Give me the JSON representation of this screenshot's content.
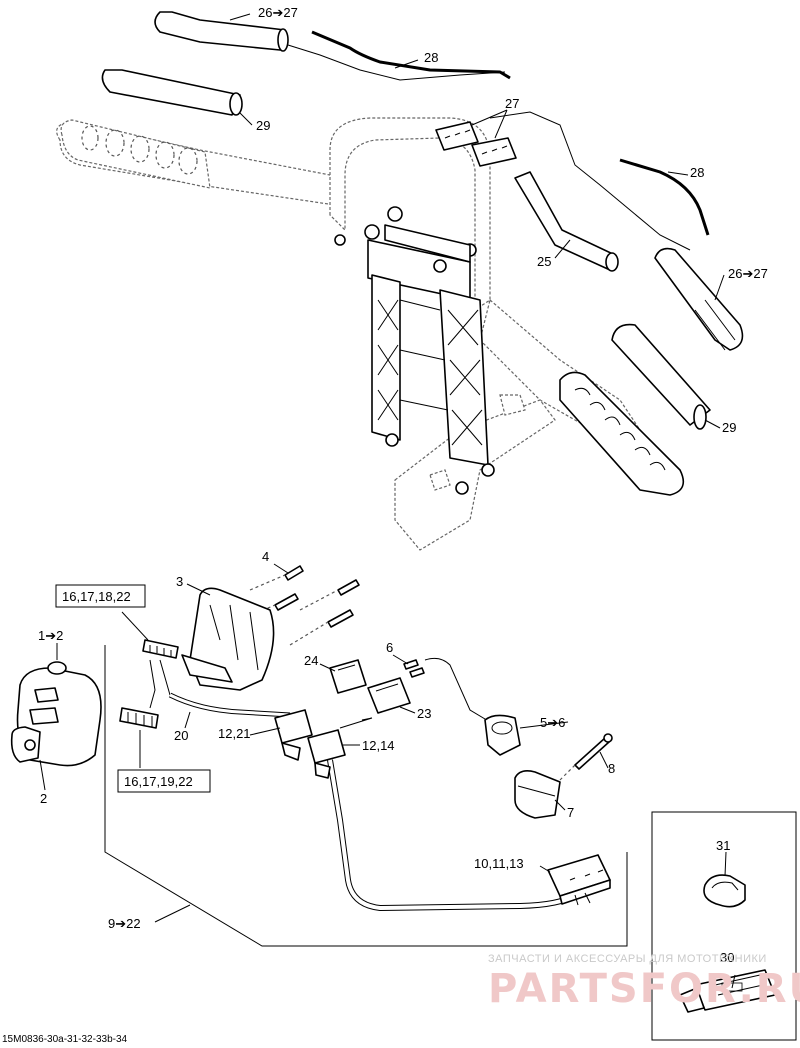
{
  "callouts": {
    "c_26_27_top": "26➔27",
    "c_28_top": "28",
    "c_29_top": "29",
    "c_27": "27",
    "c_28_right": "28",
    "c_25": "25",
    "c_26_27_right": "26➔27",
    "c_29_right": "29",
    "c_4": "4",
    "c_3": "3",
    "c_box_top": "16,17,18,22",
    "c_1_2": "1➔2",
    "c_6": "6",
    "c_24": "24",
    "c_23": "23",
    "c_5_6": "5➔6",
    "c_12_21": "12,21",
    "c_12_14": "12,14",
    "c_20": "20",
    "c_2": "2",
    "c_box_bottom": "16,17,19,22",
    "c_8": "8",
    "c_7": "7",
    "c_31": "31",
    "c_10_11_13": "10,11,13",
    "c_9_22": "9➔22",
    "c_30": "30"
  },
  "footer_code": "15M0836-30a-31-32-33b-34",
  "watermark": {
    "line1": "ЗАПЧАСТИ И АКСЕССУАРЫ ДЛЯ МОТОТЕХНИКИ",
    "logo": "PARTSFOR.RU"
  },
  "colors": {
    "line": "#000000",
    "background": "#ffffff",
    "watermark_logo": "#f0c8c8"
  }
}
